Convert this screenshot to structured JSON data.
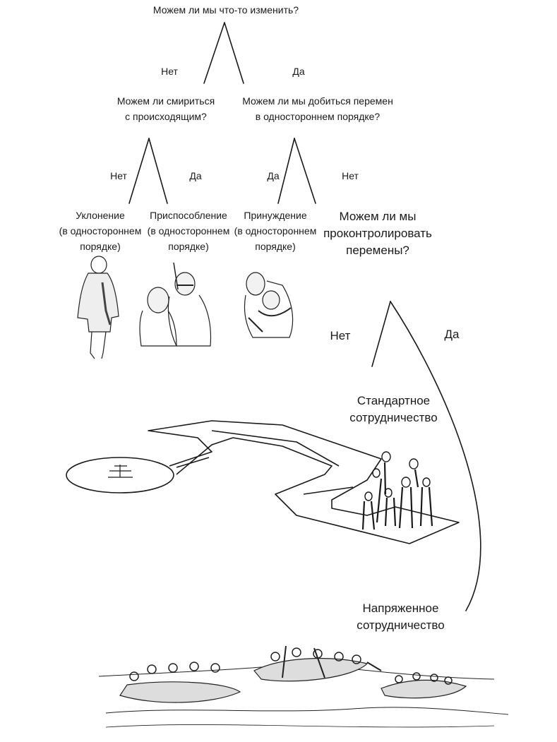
{
  "diagram": {
    "root_question": "Можем ли мы что-то изменить?",
    "root_no": "Нет",
    "root_yes": "Да",
    "accept_question": [
      "Можем ли смириться",
      "с происходящим?"
    ],
    "unilateral_question": [
      "Можем ли мы добиться перемен",
      "в одностороннем порядке?"
    ],
    "accept_no": "Нет",
    "accept_yes": "Да",
    "unilateral_yes": "Да",
    "unilateral_no": "Нет",
    "exit": [
      "Уклонение",
      "(в одностороннем",
      "порядке)"
    ],
    "adapt": [
      "Приспособление",
      "(в одностороннем",
      "порядке)"
    ],
    "force": [
      "Принуждение",
      "(в одностороннем",
      "порядке)"
    ],
    "control_question": [
      "Можем ли мы",
      "проконтролировать",
      "перемены?"
    ],
    "control_no": "Нет",
    "control_yes": "Да",
    "standard": [
      "Стандартное",
      "сотрудничество"
    ],
    "stretch": [
      "Напряженное",
      "сотрудничество"
    ]
  },
  "illustrations": {
    "exit": "walking-person-sketch",
    "adapt": "two-people-sketch",
    "force": "wrestling-people-sketch",
    "standard": "maze-path-with-group-sketch",
    "stretch": "rafting-boats-sketch"
  }
}
